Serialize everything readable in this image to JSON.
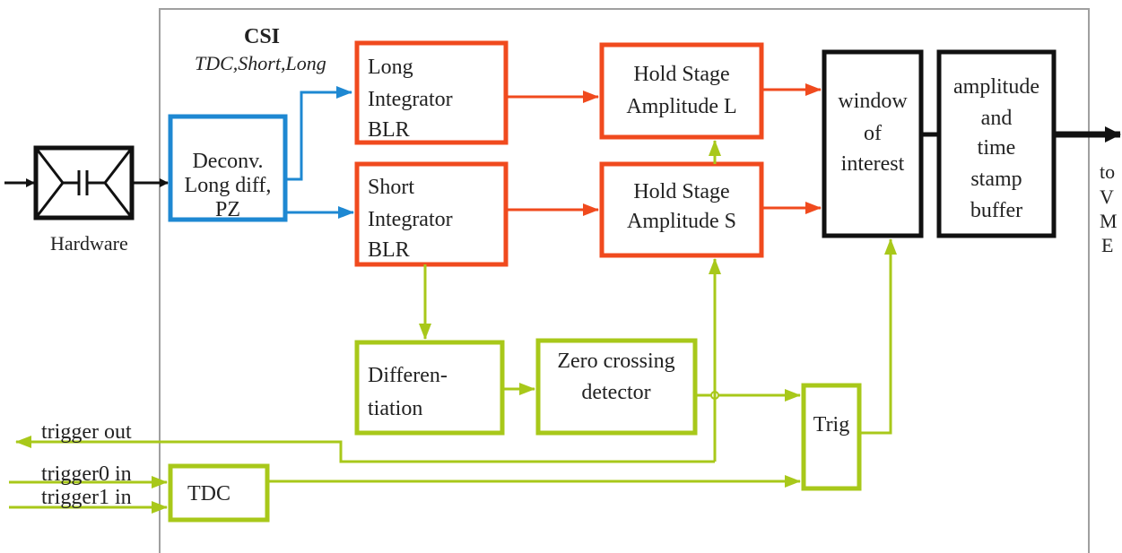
{
  "colors": {
    "black": "#111111",
    "blue": "#1e88d2",
    "red": "#f04a1e",
    "green": "#a8c81a",
    "frame": "#a0a0a0"
  },
  "title": "CSI",
  "subtitle": "TDC,Short,Long",
  "hardware": {
    "label": "Hardware",
    "icon": "capacitor-icon"
  },
  "blocks": {
    "deconv": [
      "Deconv.",
      "Long diff,",
      "PZ"
    ],
    "long_integrator": [
      "Long",
      "Integrator",
      "BLR"
    ],
    "short_integrator": [
      "Short",
      "Integrator",
      "BLR"
    ],
    "hold_l": [
      "Hold Stage",
      "Amplitude L"
    ],
    "hold_s": [
      "Hold Stage",
      "Amplitude S"
    ],
    "window": [
      "window",
      "of",
      "interest"
    ],
    "buffer": [
      "amplitude",
      "and",
      "time",
      "stamp",
      "buffer"
    ],
    "differentiation": [
      "Differen-",
      "tiation"
    ],
    "zero_crossing": [
      "Zero crossing",
      "detector"
    ],
    "trig": [
      "Trig"
    ],
    "tdc": [
      "TDC"
    ]
  },
  "signals": {
    "trigger_out": "trigger out",
    "trigger0_in": "trigger0 in",
    "trigger1_in": "trigger1 in"
  },
  "output": [
    "to",
    "V",
    "M",
    "E"
  ]
}
